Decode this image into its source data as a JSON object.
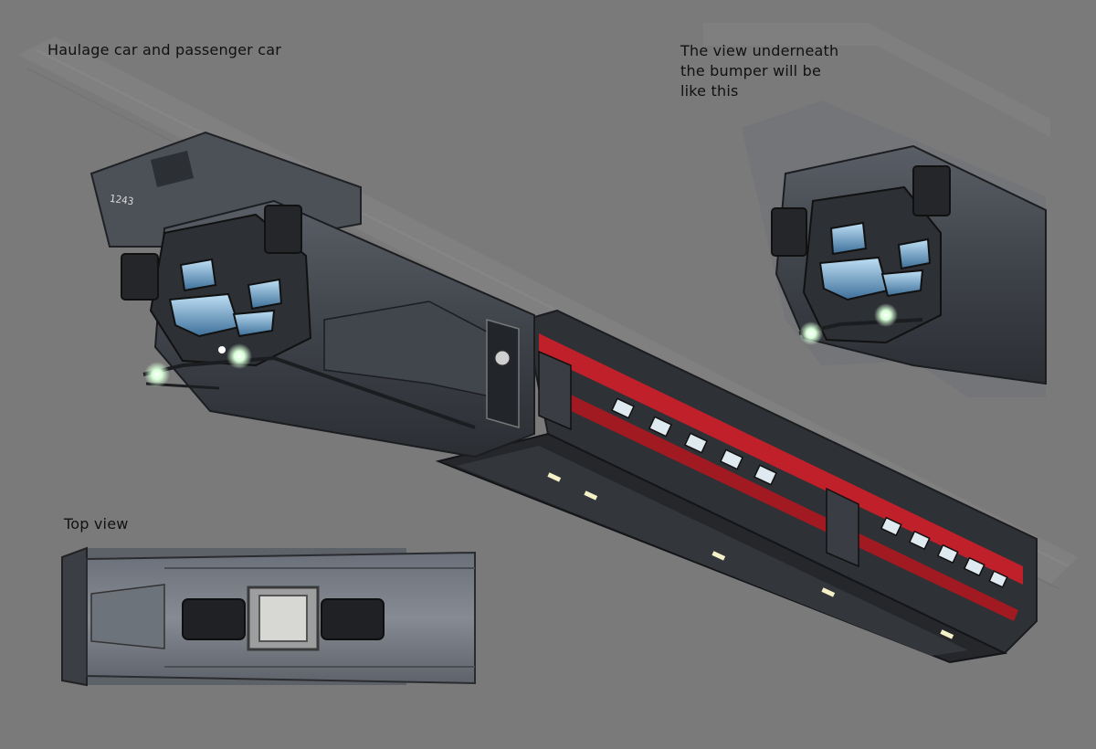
{
  "captions": {
    "main": "Haulage car and passenger car",
    "underneath": [
      "The view underneath",
      "the bumper will be",
      "like this"
    ],
    "top_view": "Top view"
  },
  "car_number": "1243",
  "colors": {
    "background": "#7a7a7a",
    "hull": "#3d4047",
    "accent_red": "#c0202a",
    "window": "#7fb4d8",
    "light": "#e8ffe8"
  }
}
